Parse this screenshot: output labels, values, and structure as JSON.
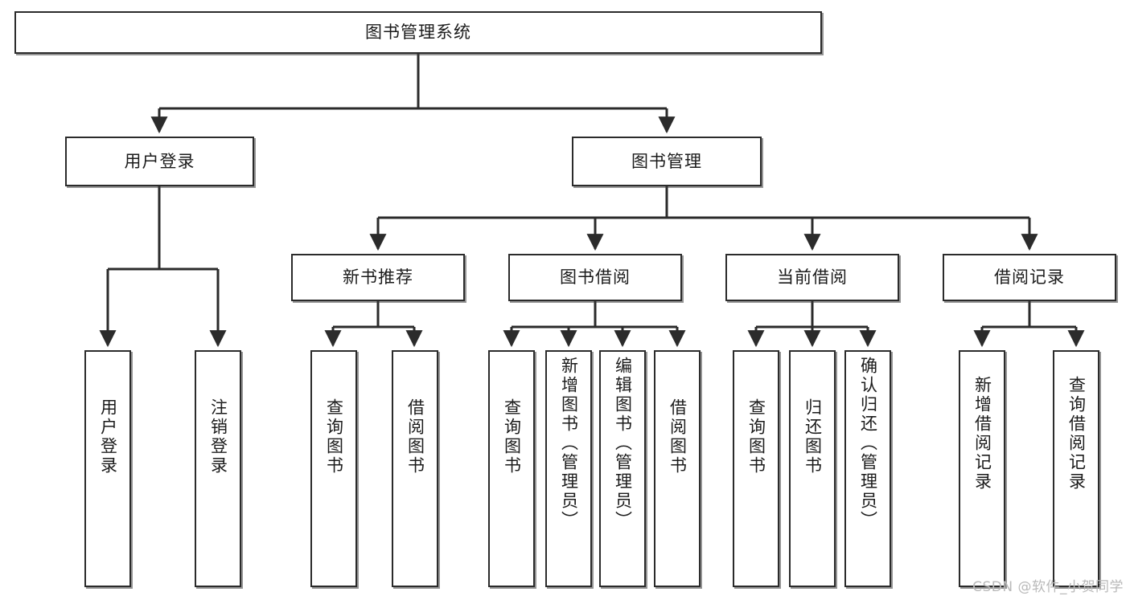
{
  "diagram": {
    "type": "tree-hierarchy",
    "title": "图书管理系统",
    "watermark": "CSDN @软件_小贺同学",
    "colors": {
      "box_border": "#2b2b2b",
      "box_fill": "#ffffff",
      "edge": "#2b2b2b",
      "text": "#1b1b1b",
      "watermark": "#b9b9b9"
    },
    "levels": {
      "root": "图书管理系统",
      "modules": [
        "用户登录",
        "图书管理"
      ],
      "submodules": [
        "新书推荐",
        "图书借阅",
        "当前借阅",
        "借阅记录"
      ]
    },
    "nodes": {
      "root": {
        "label": "图书管理系统"
      },
      "user_login": {
        "label": "用户登录"
      },
      "book_manage": {
        "label": "图书管理"
      },
      "new_book_rec": {
        "label": "新书推荐"
      },
      "book_borrow": {
        "label": "图书借阅"
      },
      "current_borrow": {
        "label": "当前借阅"
      },
      "borrow_record": {
        "label": "借阅记录"
      },
      "leaf_user_login": {
        "label": "用户登录"
      },
      "leaf_user_logout": {
        "label": "注销登录"
      },
      "leaf_query_book_1": {
        "label": "查询图书"
      },
      "leaf_borrow_book_1": {
        "label": "借阅图书"
      },
      "leaf_query_book_2": {
        "label": "查询图书"
      },
      "leaf_add_book": {
        "label": "新增图书（管理员）"
      },
      "leaf_edit_book": {
        "label": "编辑图书（管理员）"
      },
      "leaf_borrow_book_2": {
        "label": "借阅图书"
      },
      "leaf_query_book_3": {
        "label": "查询图书"
      },
      "leaf_return_book": {
        "label": "归还图书"
      },
      "leaf_confirm_return": {
        "label": "确认归还（管理员）"
      },
      "leaf_add_record": {
        "label": "新增借阅记录"
      },
      "leaf_query_record": {
        "label": "查询借阅记录"
      }
    },
    "edges": [
      {
        "from": "root",
        "to": "user_login"
      },
      {
        "from": "root",
        "to": "book_manage"
      },
      {
        "from": "user_login",
        "to": "leaf_user_login"
      },
      {
        "from": "user_login",
        "to": "leaf_user_logout"
      },
      {
        "from": "book_manage",
        "to": "new_book_rec"
      },
      {
        "from": "book_manage",
        "to": "book_borrow"
      },
      {
        "from": "book_manage",
        "to": "current_borrow"
      },
      {
        "from": "book_manage",
        "to": "borrow_record"
      },
      {
        "from": "new_book_rec",
        "to": "leaf_query_book_1"
      },
      {
        "from": "new_book_rec",
        "to": "leaf_borrow_book_1"
      },
      {
        "from": "book_borrow",
        "to": "leaf_query_book_2"
      },
      {
        "from": "book_borrow",
        "to": "leaf_add_book"
      },
      {
        "from": "book_borrow",
        "to": "leaf_edit_book"
      },
      {
        "from": "book_borrow",
        "to": "leaf_borrow_book_2"
      },
      {
        "from": "current_borrow",
        "to": "leaf_query_book_3"
      },
      {
        "from": "current_borrow",
        "to": "leaf_return_book"
      },
      {
        "from": "current_borrow",
        "to": "leaf_confirm_return"
      },
      {
        "from": "borrow_record",
        "to": "leaf_add_record"
      },
      {
        "from": "borrow_record",
        "to": "leaf_query_record"
      }
    ]
  }
}
